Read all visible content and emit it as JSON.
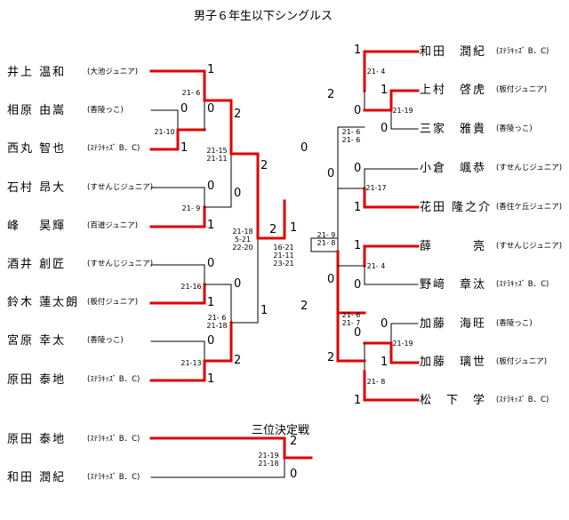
{
  "title": "男子６年生以下シングルス",
  "third_place_title": "三位決定戦",
  "colors": {
    "win": "#e00000",
    "lose": "#000000"
  },
  "left_players": [
    {
      "name": "井上 温和",
      "club": "(大池ジュニア)"
    },
    {
      "name": "相原 由嵩",
      "club": "(香陵っこ)"
    },
    {
      "name": "西丸 智也",
      "club": "(ｽﾃﾗｷｯｽﾞ B．C)"
    },
    {
      "name": "石村 昂大",
      "club": "(すせんじジュニア)"
    },
    {
      "name": "峰　 昊輝",
      "club": "(百道ジュニア)"
    },
    {
      "name": "酒井 創匠",
      "club": "(すせんじジュニア)"
    },
    {
      "name": "鈴木 蓮太朗",
      "club": "(板付ジュニア)"
    },
    {
      "name": "宮原 幸太",
      "club": "(香陵っこ)"
    },
    {
      "name": "原田 泰地",
      "club": "(ｽﾃﾗｷｯｽﾞ B．C)"
    }
  ],
  "right_players": [
    {
      "name": "和田　潤紀",
      "club": "(ｽﾃﾗｷｯｽﾞ B．C)"
    },
    {
      "name": "上村　啓虎",
      "club": "(板付ジュニア)"
    },
    {
      "name": "三家　雅貴",
      "club": "(香陵っこ)"
    },
    {
      "name": "小倉　颯恭",
      "club": "(すせんじジュニア)"
    },
    {
      "name": "花田 隆之介",
      "club": "(香住ケ丘ジュニア)"
    },
    {
      "name": "薛　　　亮",
      "club": "(すせんじジュニア)"
    },
    {
      "name": "野﨑　章汰",
      "club": "(ｽﾃﾗｷｯｽﾞ B．C)"
    },
    {
      "name": "加藤　海旺",
      "club": "(香陵っこ)"
    },
    {
      "name": "加藤　璃世",
      "club": "(板付ジュニア)"
    },
    {
      "name": "松　下　学",
      "club": "(ｽﾃﾗｷｯｽﾞ B．C)"
    }
  ],
  "third_place_players": [
    {
      "name": "原田 泰地",
      "club": "(ｽﾃﾗｷｯｽﾞ B．C)"
    },
    {
      "name": "和田 潤紀",
      "club": "(ｽﾃﾗｷｯｽﾞ B．C)"
    }
  ],
  "scores": {
    "l_r2_1": "21- 6",
    "l_r1_1": "21-10",
    "l_r2_2": "21- 9",
    "l_r1_2": "21-16",
    "l_r2_3": "21-13",
    "l_r3_1": "21-15\n21-11",
    "l_r3_2": "21- 6\n21-18",
    "l_sf": "21-18\n5-21\n22-20",
    "final": "16-21\n21-11\n23-21",
    "r_sf": "21- 9\n21- 8",
    "r_r2_1": "21- 4",
    "r_r1_1": "21-19",
    "r_r3_1": "21- 6\n21- 6",
    "r_r2_2": "21-17",
    "r_r2_3": "21- 4",
    "r_r3_2": "21- 6\n21- 7",
    "r_r1_2": "21-19",
    "r_r2_4": "21- 8",
    "third": "21-19\n21-18"
  },
  "results": {
    "l_inoue": "1",
    "l_aihara": "0",
    "l_nishimaru": "1",
    "l_r1a_out": "0",
    "l_r2a_out": "2",
    "l_ishimura": "0",
    "l_mine": "1",
    "l_r2b_out": "0",
    "l_r3a_out": "2",
    "l_sakai": "0",
    "l_r1b_out": "0",
    "l_suzuki": "1",
    "l_miyahara": "0",
    "l_harada": "1",
    "l_r2c_out": "2",
    "l_r3b_out": "1",
    "final_left": "2",
    "final_right": "1",
    "r_wada": "1",
    "r_uemura": "1",
    "r_sanke": "0",
    "r_r1a_out": "0",
    "r_r2a_out": "2",
    "r_ogura": "0",
    "r_hanada": "1",
    "r_r2b_out": "0",
    "r_r3a_out": "0",
    "r_setsu": "1",
    "r_nozaki": "0",
    "r_r2c_out": "0",
    "r_kato_k": "0",
    "r_kato_r": "1",
    "r_r1b_out": "0",
    "r_matsushita": "1",
    "r_r2d_out": "2",
    "r_r3b_out": "2",
    "third_harada": "2",
    "third_wada": "0"
  }
}
